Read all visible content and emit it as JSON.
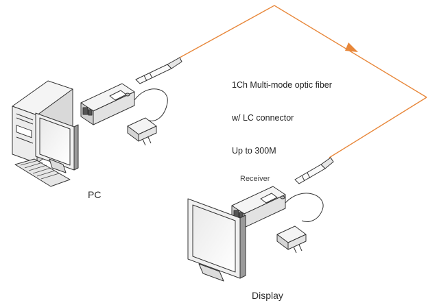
{
  "caption": {
    "line1": "1Ch Multi-mode optic fiber",
    "line2": "w/ LC connector",
    "line3": "Up to 300M"
  },
  "labels": {
    "pc": "PC",
    "receiver": "Receiver",
    "display": "Display"
  },
  "colors": {
    "fiber": "#e8873a",
    "line": "#333333",
    "device_fill": "#f2f2f2",
    "shade": "#bdbdbd"
  }
}
